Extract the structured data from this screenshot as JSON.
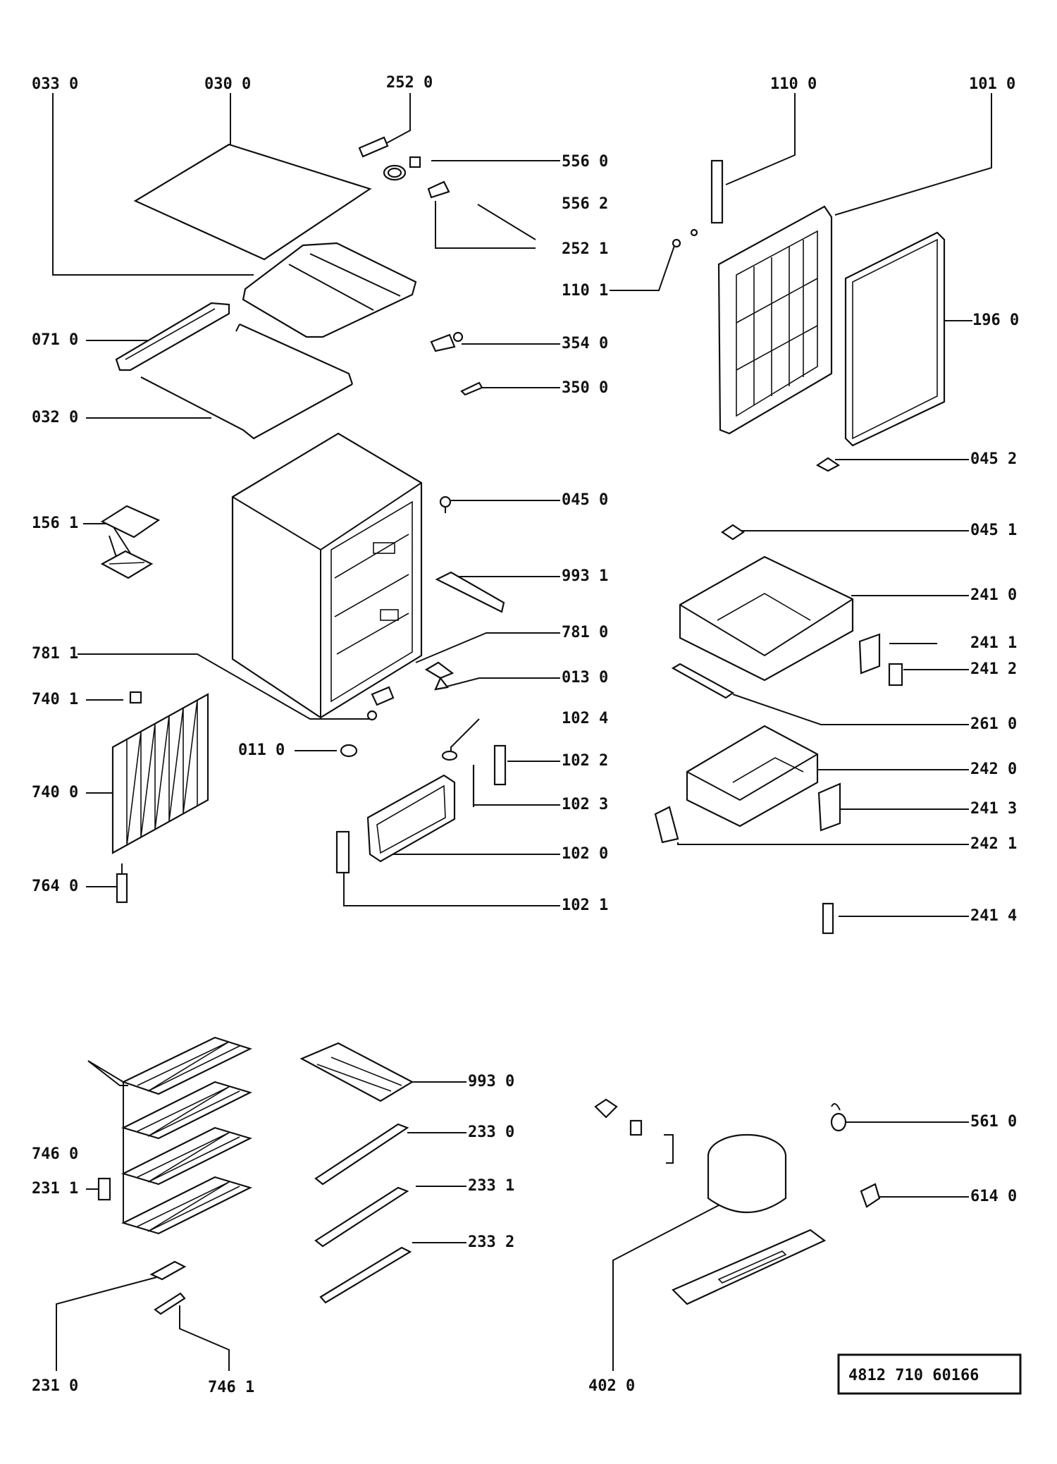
{
  "labels": {
    "l0330": "033 0",
    "l0300": "030  0",
    "l2520": "252  0",
    "l1100": "110  0",
    "l1010": "101 0",
    "l5560": "556 0",
    "l5562": "556 2",
    "l2521": "252 1",
    "l1101": "110 1",
    "l1960": "196 0",
    "l0710": "071 0",
    "l3540": "354 0",
    "l3500": "350 0",
    "l0320": "032 0",
    "l0452": "045 2",
    "l0450": "045 0",
    "l1561": "156 1",
    "l0451": "045 1",
    "l9931": "993 1",
    "l2410": "241 0",
    "l7810": "781 0",
    "l2411": "241 1",
    "l7811": "781 1",
    "l0130": "013 0",
    "l2412": "241 2",
    "l7401": "740 1",
    "l1024": "102 4",
    "l2610": "261 0",
    "l0110": "011  0",
    "l1022": "102 2",
    "l2420": "242 0",
    "l7400": "740  0",
    "l1023": "102 3",
    "l2413": "241 3",
    "l1020": "102  0",
    "l2421": "242  1",
    "l7640": "764 0",
    "l1021": "102 1",
    "l2414": "241 4",
    "l9930": "993 0",
    "l2330": "233 0",
    "l5610": "561 0",
    "l7460": "746 0",
    "l2331": "233 1",
    "l2311": "231 1",
    "l6140": "614 0",
    "l2332": "233 2",
    "l2310": "231 0",
    "l7461": "746 1",
    "l4020": "402  0"
  },
  "document_number": "4812  710  60166"
}
